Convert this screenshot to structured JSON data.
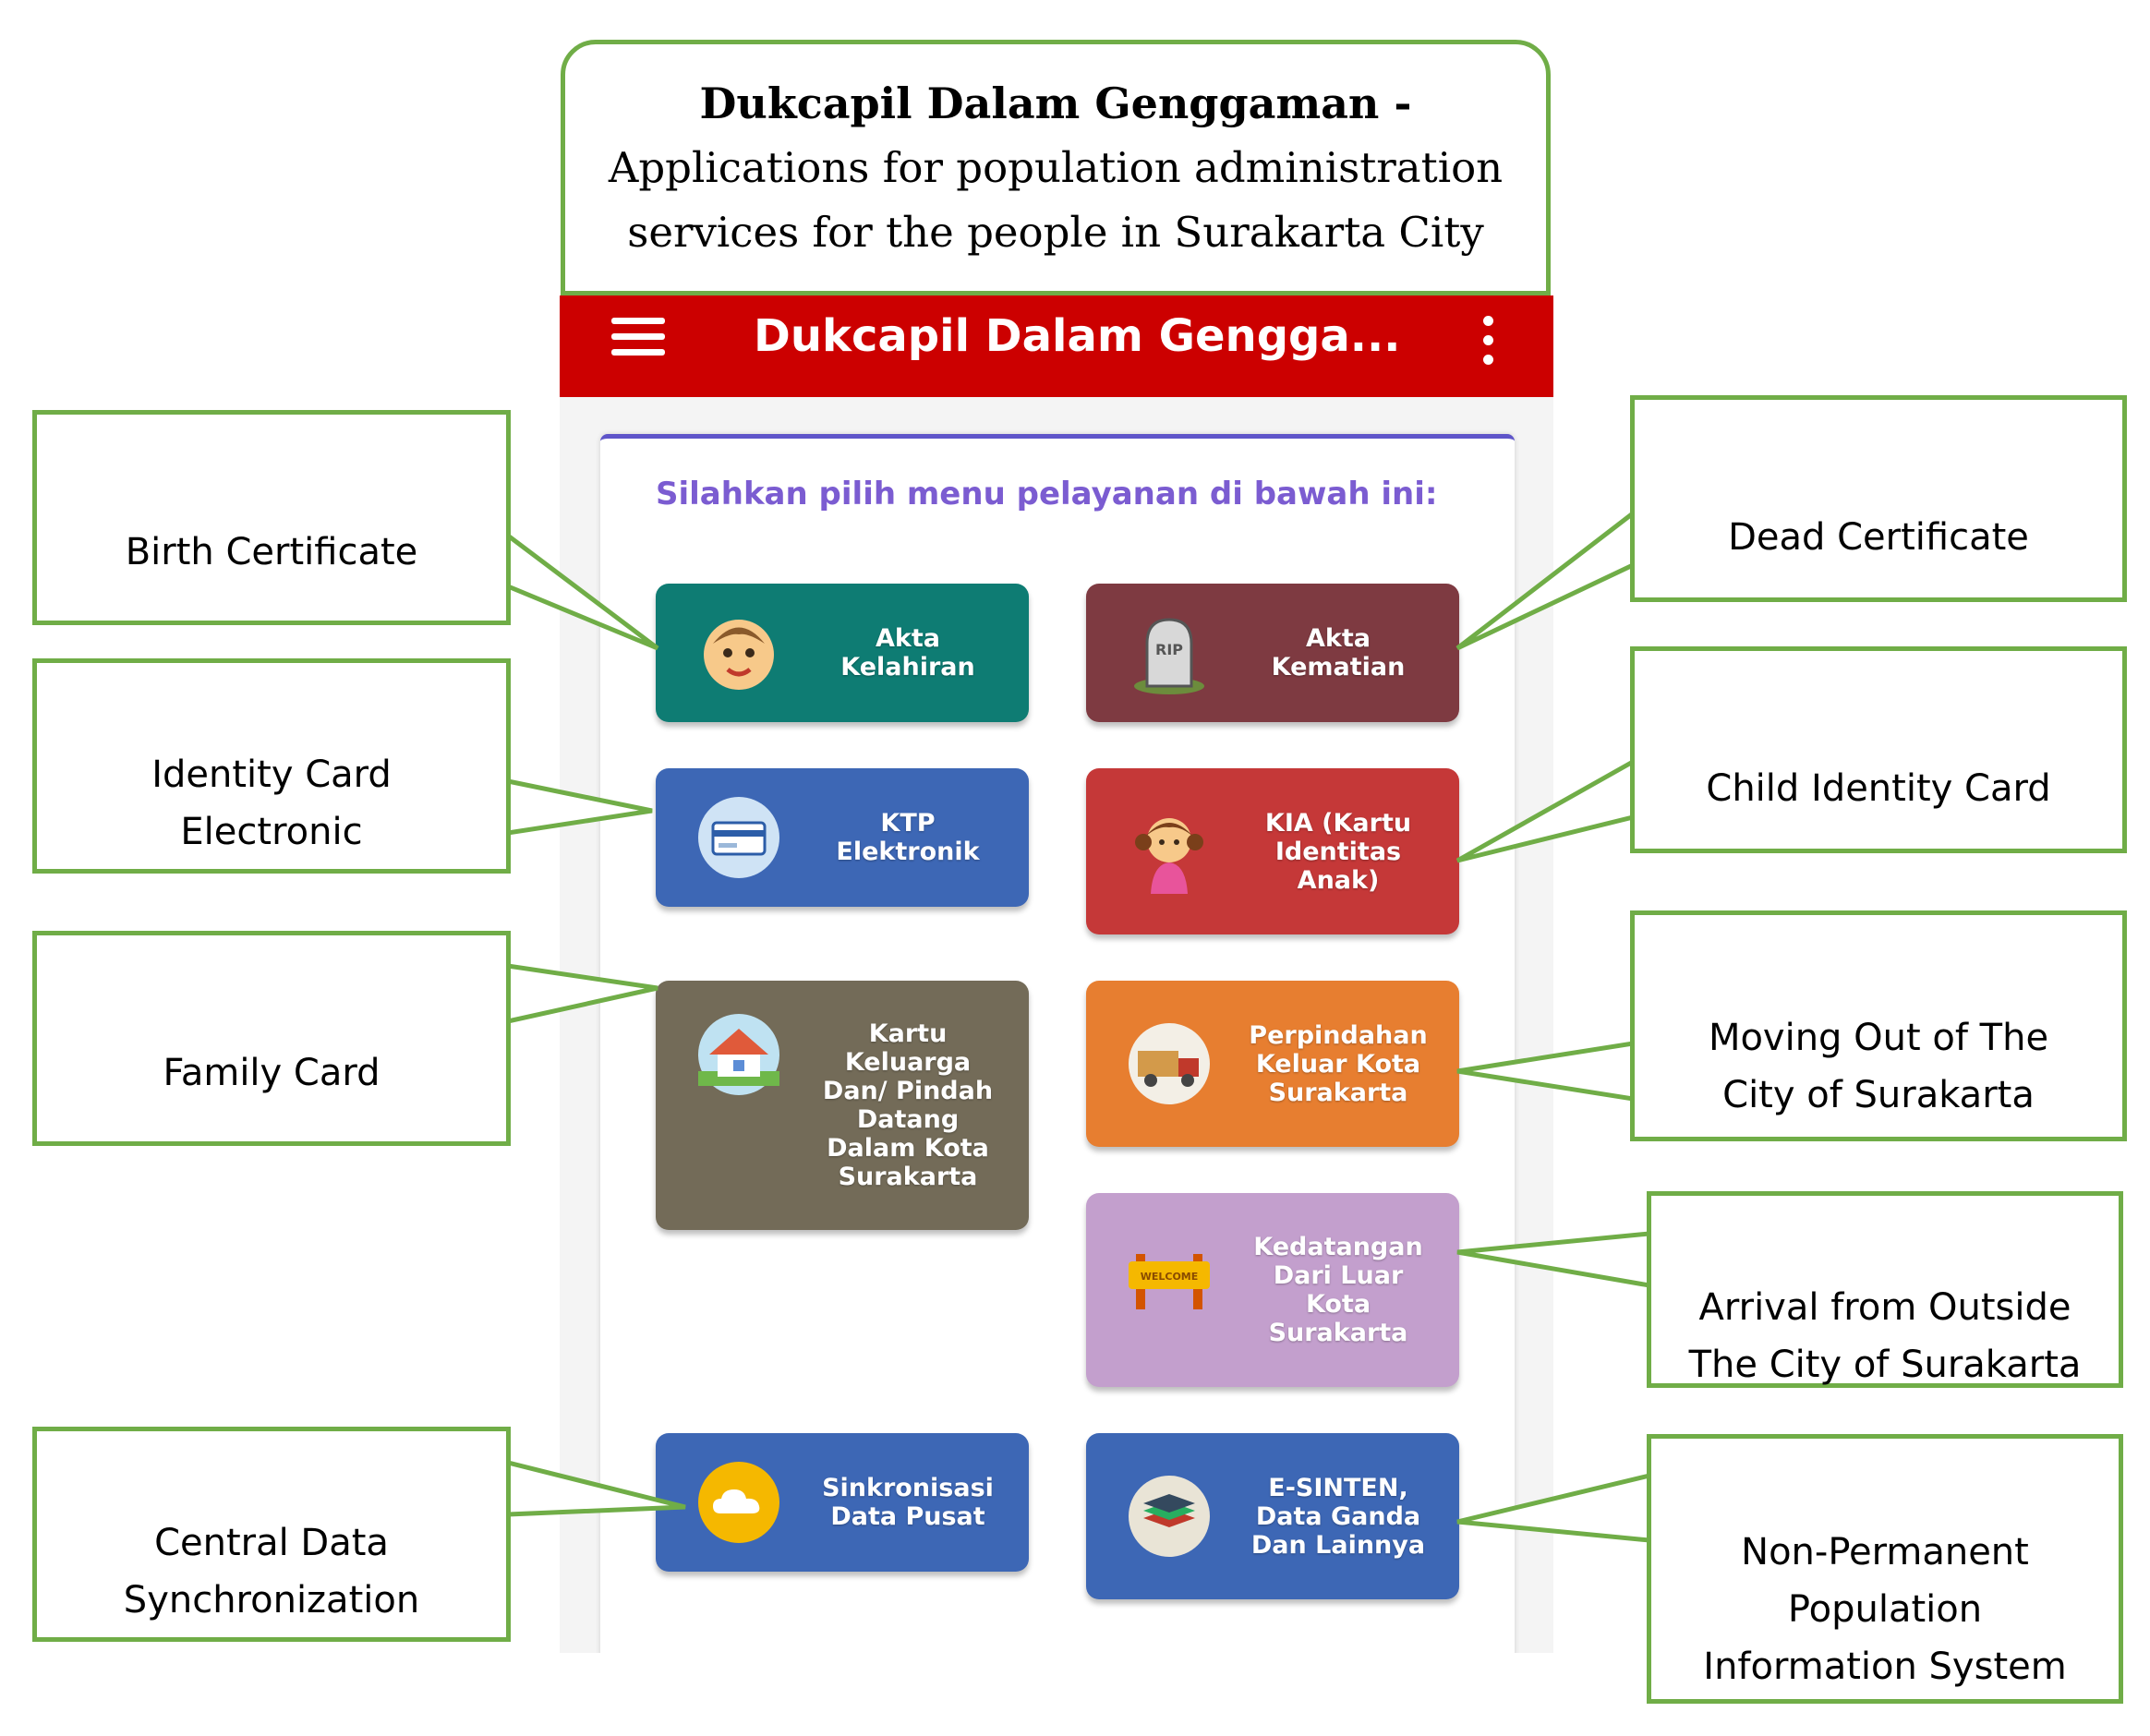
{
  "title_box": {
    "line1": "Dukcapil Dalam Genggaman -",
    "line2": "Applications for population administration",
    "line3": "services for the people in Surakarta City"
  },
  "app": {
    "title": "Dukcapil Dalam Gengga...",
    "header_color": "#cc0000",
    "prompt": "Silahkan pilih menu pelayanan di bawah ini:"
  },
  "tiles": [
    {
      "label": "Akta\nKelahiran",
      "icon": "baby-face-icon",
      "color": "#0e7c73"
    },
    {
      "label": "Akta\nKematian",
      "icon": "tombstone-icon",
      "color": "#7e3a41"
    },
    {
      "label": "KTP\nElektronik",
      "icon": "id-card-icon",
      "color": "#3d67b5"
    },
    {
      "label": "KIA (Kartu\nIdentitas\nAnak)",
      "icon": "child-icon",
      "color": "#c53838"
    },
    {
      "label": "Kartu\nKeluarga\nDan/ Pindah\nDatang\nDalam Kota\nSurakarta",
      "icon": "house-icon",
      "color": "#736b58"
    },
    {
      "label": "Perpindahan\nKeluar Kota\nSurakarta",
      "icon": "moving-truck-icon",
      "color": "#e77e30"
    },
    {
      "label": "Kedatangan\nDari Luar\nKota\nSurakarta",
      "icon": "welcome-sign-icon",
      "color": "#c39fcd"
    },
    {
      "label": "Sinkronisasi\nData Pusat",
      "icon": "cloud-sync-icon",
      "color": "#3d67b5"
    },
    {
      "label": "E-SINTEN,\nData Ganda\nDan Lainnya",
      "icon": "layers-icon",
      "color": "#3d67b5"
    }
  ],
  "callouts": {
    "birth": "Birth Certificate",
    "identity": "Identity Card\nElectronic",
    "family": "Family Card",
    "central": "Central Data\nSynchronization",
    "dead": "Dead Certificate",
    "child": "Child Identity Card",
    "moving": "Moving Out of The\nCity of Surakarta",
    "arrival": "Arrival from Outside\nThe City of Surakarta",
    "nonperm": "Non-Permanent\nPopulation\nInformation System"
  },
  "colors": {
    "callout_border": "#70ad47",
    "prompt_text": "#7b5cd1",
    "card_accent": "#5e54c9"
  }
}
